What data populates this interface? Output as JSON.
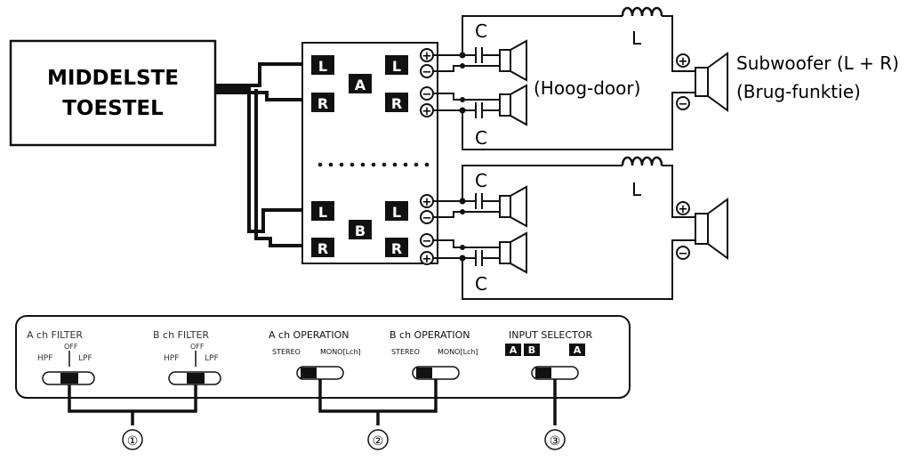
{
  "source_box": {
    "line1": "MIDDELSTE",
    "line2": "TOESTEL"
  },
  "amp": {
    "channel_a": "A",
    "channel_b": "B",
    "left": "L",
    "right": "R",
    "plus": "+",
    "minus": "−"
  },
  "crossover": {
    "capacitor": "C",
    "inductor": "L"
  },
  "speaker_labels": {
    "high_pass": "(Hoog-door)",
    "subwoofer": "Subwoofer (L + R)",
    "bridge": "(Brug-funktie)"
  },
  "panel": {
    "a_filter": {
      "title": "A ch FILTER",
      "off": "OFF",
      "hpf": "HPF",
      "lpf": "LPF"
    },
    "b_filter": {
      "title": "B ch FILTER",
      "off": "OFF",
      "hpf": "HPF",
      "lpf": "LPF"
    },
    "a_operation": {
      "title": "A ch OPERATION",
      "stereo": "STEREO",
      "mono": "MONO[Lch]"
    },
    "b_operation": {
      "title": "B ch OPERATION",
      "stereo": "STEREO",
      "mono": "MONO[Lch]"
    },
    "input_selector": {
      "title": "INPUT SELECTOR",
      "a": "A",
      "b": "B",
      "a_only": "A"
    }
  },
  "callouts": [
    "①",
    "②",
    "③"
  ]
}
